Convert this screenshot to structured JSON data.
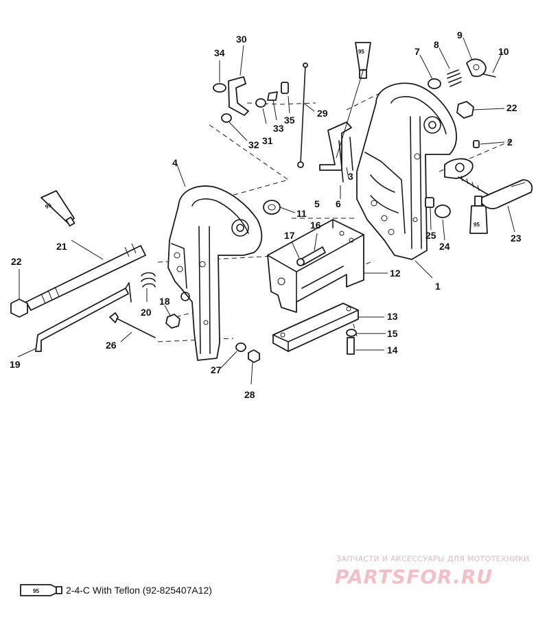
{
  "diagram": {
    "callouts": [
      "1",
      "2",
      "3",
      "4",
      "5",
      "6",
      "7",
      "8",
      "9",
      "10",
      "11",
      "12",
      "13",
      "14",
      "15",
      "16",
      "17",
      "18",
      "19",
      "20",
      "21",
      "22",
      "23",
      "24",
      "25",
      "26",
      "27",
      "28",
      "29",
      "30",
      "31",
      "32",
      "33",
      "34",
      "35"
    ],
    "callout_22_repeat": "22",
    "tube_label": "95"
  },
  "legend": {
    "tube_label": "95",
    "text": "2-4-C  With Teflon (92-825407A12)"
  },
  "watermark": {
    "tagline": "ЗАПЧАСТИ И АКСЕССУАРЫ ДЛЯ МОТОТЕХНИКИ",
    "brand": "PARTSFOR.RU"
  }
}
